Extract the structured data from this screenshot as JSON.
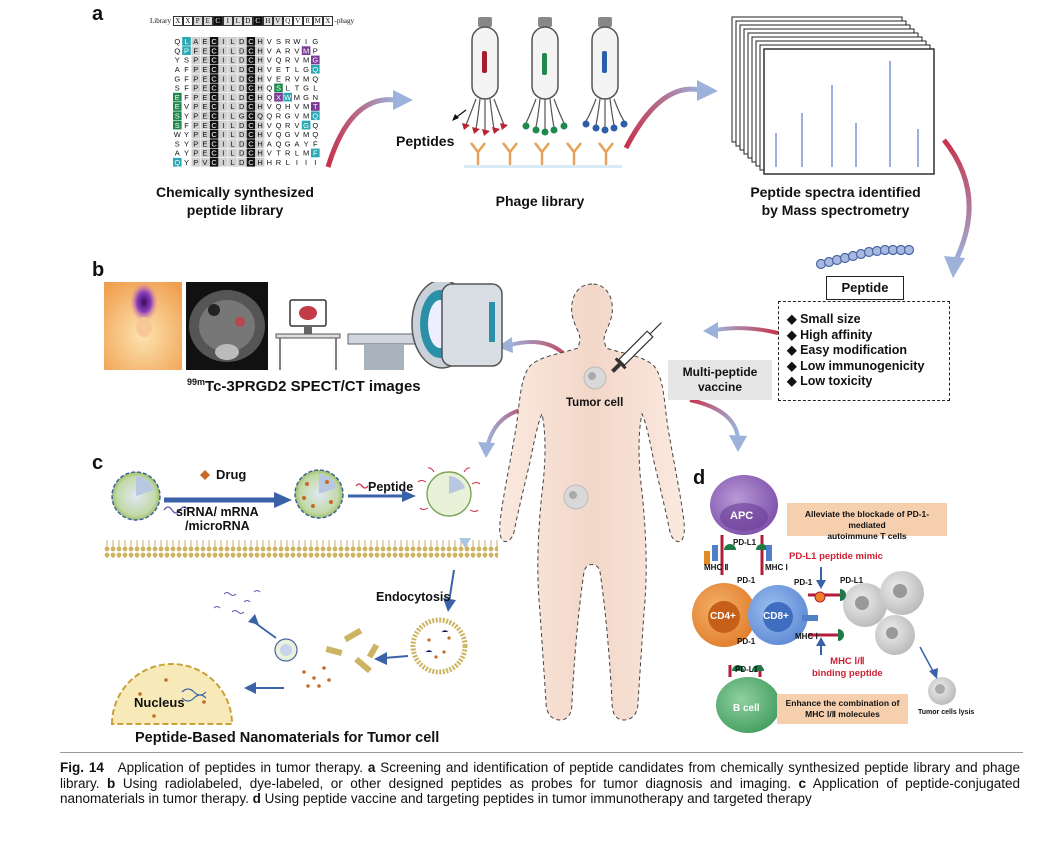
{
  "panels": {
    "a": "a",
    "b": "b",
    "c": "c",
    "d": "d"
  },
  "panel_a": {
    "library_prefix": "Library",
    "library_seq": [
      "X",
      "X",
      "P",
      "E",
      "C",
      "I",
      "L",
      "D",
      "C",
      "H",
      "V",
      "Q",
      "V",
      "R",
      "M",
      "X"
    ],
    "library_suffix": "-phagy",
    "grid_rows": [
      [
        "Q",
        "L",
        "A",
        "E",
        "C",
        "I",
        "L",
        "D",
        "C",
        "H",
        "V",
        "S",
        "R",
        "W",
        "I",
        "G"
      ],
      [
        "Q",
        "P",
        "F",
        "E",
        "C",
        "I",
        "L",
        "D",
        "C",
        "H",
        "V",
        "A",
        "R",
        "V",
        "M",
        "P"
      ],
      [
        "Y",
        "S",
        "P",
        "E",
        "C",
        "I",
        "L",
        "D",
        "C",
        "H",
        "V",
        "Q",
        "R",
        "V",
        "M",
        "G"
      ],
      [
        "A",
        "F",
        "P",
        "E",
        "C",
        "I",
        "L",
        "D",
        "C",
        "H",
        "V",
        "E",
        "T",
        "L",
        "G",
        "Q"
      ],
      [
        "G",
        "F",
        "P",
        "E",
        "C",
        "I",
        "L",
        "D",
        "C",
        "H",
        "V",
        "E",
        "R",
        "V",
        "M",
        "Q"
      ],
      [
        "S",
        "F",
        "P",
        "E",
        "C",
        "I",
        "L",
        "D",
        "C",
        "H",
        "Q",
        "S",
        "L",
        "T",
        "G",
        "L"
      ],
      [
        "E",
        "F",
        "P",
        "E",
        "C",
        "I",
        "L",
        "D",
        "C",
        "H",
        "Q",
        "X",
        "W",
        "M",
        "G",
        "N"
      ],
      [
        "E",
        "V",
        "P",
        "E",
        "C",
        "I",
        "L",
        "D",
        "C",
        "H",
        "V",
        "Q",
        "H",
        "V",
        "M",
        "T"
      ],
      [
        "S",
        "Y",
        "P",
        "E",
        "C",
        "I",
        "L",
        "G",
        "C",
        "Q",
        "Q",
        "R",
        "G",
        "V",
        "M",
        "Q"
      ],
      [
        "S",
        "F",
        "P",
        "E",
        "C",
        "I",
        "L",
        "D",
        "C",
        "H",
        "V",
        "Q",
        "R",
        "V",
        "G",
        "Q"
      ],
      [
        "W",
        "Y",
        "P",
        "E",
        "C",
        "I",
        "L",
        "D",
        "C",
        "H",
        "V",
        "Q",
        "G",
        "V",
        "M",
        "Q"
      ],
      [
        "S",
        "Y",
        "P",
        "E",
        "C",
        "I",
        "L",
        "D",
        "C",
        "H",
        "A",
        "Q",
        "G",
        "A",
        "Y",
        "F"
      ],
      [
        "A",
        "Y",
        "P",
        "E",
        "C",
        "I",
        "L",
        "D",
        "C",
        "H",
        "V",
        "T",
        "R",
        "L",
        "M",
        "F"
      ],
      [
        "Q",
        "Y",
        "P",
        "V",
        "C",
        "I",
        "L",
        "D",
        "C",
        "H",
        "H",
        "R",
        "L",
        "I",
        "I",
        "I"
      ]
    ],
    "label_synth": "Chemically synthesized\npeptide library",
    "label_phage": "Phage library",
    "label_peptides": "Peptides",
    "label_ms": "Peptide spectra identified\nby Mass spectrometry"
  },
  "panel_b": {
    "label_spect_sup": "99m",
    "label_spect": "Tc-3PRGD2 SPECT/CT images"
  },
  "center": {
    "peptide_box": "Peptide",
    "properties": [
      "Small size",
      "High affinity",
      "Easy modification",
      "Low immunogenicity",
      "Low toxicity"
    ],
    "vaccine_label": "Multi-peptide\nvaccine",
    "tumor_cell": "Tumor cell"
  },
  "panel_c": {
    "drug": "Drug",
    "sirna": "siRNA/ mRNA\n/microRNA",
    "peptide": "Peptide",
    "endocytosis": "Endocytosis",
    "nucleus": "Nucleus",
    "title": "Peptide-Based Nanomaterials for Tumor cell"
  },
  "panel_d": {
    "apc": "APC",
    "cd4": "CD4+",
    "cd8": "CD8+",
    "bcell": "B cell",
    "pdl1": "PD-L1",
    "pd1": "PD-1",
    "mhc1": "MHC Ⅰ",
    "mhc2": "MHC Ⅱ",
    "box_top": "Alleviate the blockade of PD-1-mediated\nautoimmune T cells",
    "pdl1_mimic": "PD-L1 peptide mimic",
    "mhc_binding": "MHC Ⅰ/Ⅱ\nbinding peptide",
    "box_bottom": "Enhance the combination of\nMHC Ⅰ/Ⅱ molecules",
    "lysis": "Tumor cells lysis"
  },
  "caption": {
    "fig": "Fig. 14",
    "text": "Application of peptides in tumor therapy.",
    "a": "a",
    "a_text": "Screening and identification of peptide candidates from chemically synthesized peptide library and phage library.",
    "b": "b",
    "b_text": "Using radiolabeled, dye-labeled, or other designed peptides as probes for tumor diagnosis and imaging.",
    "c": "c",
    "c_text": "Application of peptide-conjugated nanomaterials in tumor therapy.",
    "d": "d",
    "d_text": "Using peptide vaccine and targeting peptides in tumor immunotherapy and targeted therapy"
  },
  "colors": {
    "arrow_red": "#c8324a",
    "arrow_blue": "#8aa3cf",
    "teal": "#2aa8b4",
    "green": "#1f8a4c",
    "purple": "#7a3a96",
    "body": "#f4ddd0",
    "dark_blue_arrow": "#3a62a8"
  }
}
